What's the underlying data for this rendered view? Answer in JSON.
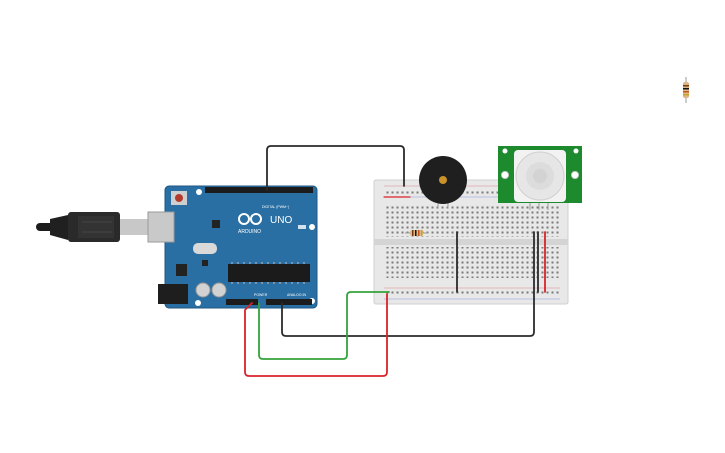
{
  "arduino": {
    "brand": "ARDUINO",
    "model": "UNO",
    "digital_label": "DIGITAL (PWM~)",
    "power_label": "POWER",
    "analog_label": "ANALOG IN"
  },
  "colors": {
    "background": "#ffffff",
    "board": "#2a6fa3",
    "breadboard": "#e8e8e8",
    "wire_black": "#2b2b2b",
    "wire_red": "#d9232a",
    "wire_green": "#34a23a",
    "pir_board": "#1e8a2e",
    "buzzer": "#1f1f1f"
  }
}
